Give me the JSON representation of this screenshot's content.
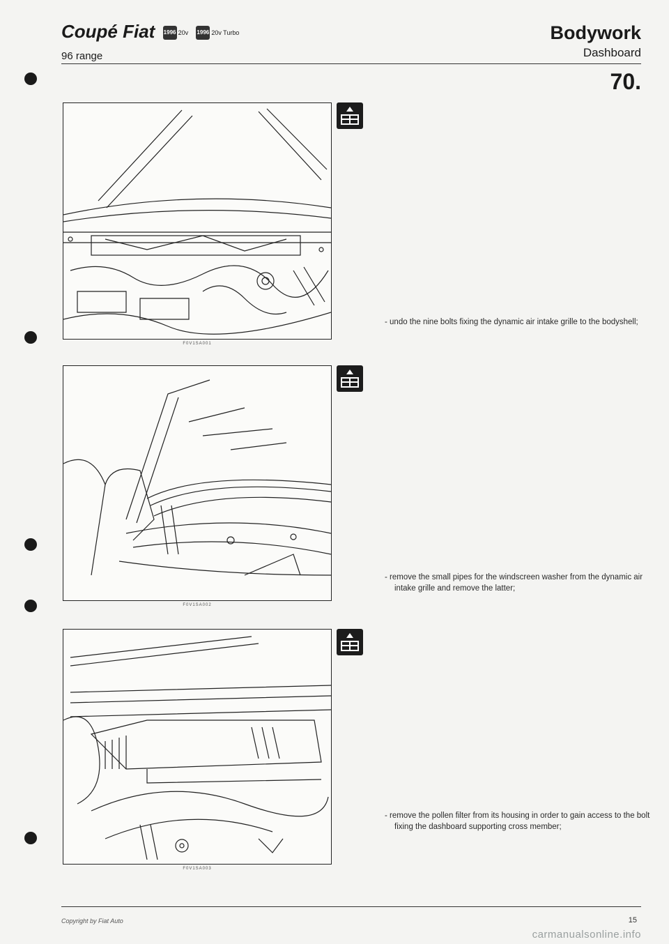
{
  "header": {
    "model": "Coupé Fiat",
    "badge1_text": "1996",
    "badge1_label": "20v",
    "badge2_text": "1996",
    "badge2_label": "20v Turbo",
    "range": "96 range",
    "section": "Bodywork",
    "subsection": "Dashboard",
    "page_number": "70."
  },
  "figures": [
    {
      "code": "F0V1SA001"
    },
    {
      "code": "F0V1SA002"
    },
    {
      "code": "F0V1SA003"
    }
  ],
  "steps": [
    {
      "text": "- undo the nine bolts fixing the dynamic air intake grille to the bodyshell;"
    },
    {
      "text": "- remove the small pipes for the windscreen washer from the dynamic air intake grille and remove the latter;"
    },
    {
      "text": "- remove the pollen filter from its housing in order to gain access to the bolt fixing the dashboard supporting cross member;"
    }
  ],
  "footer": {
    "copyright": "Copyright by Fiat Auto",
    "page": "15",
    "watermark": "carmanualsonline.info"
  },
  "icons": {
    "tool": "tool-box-icon"
  }
}
